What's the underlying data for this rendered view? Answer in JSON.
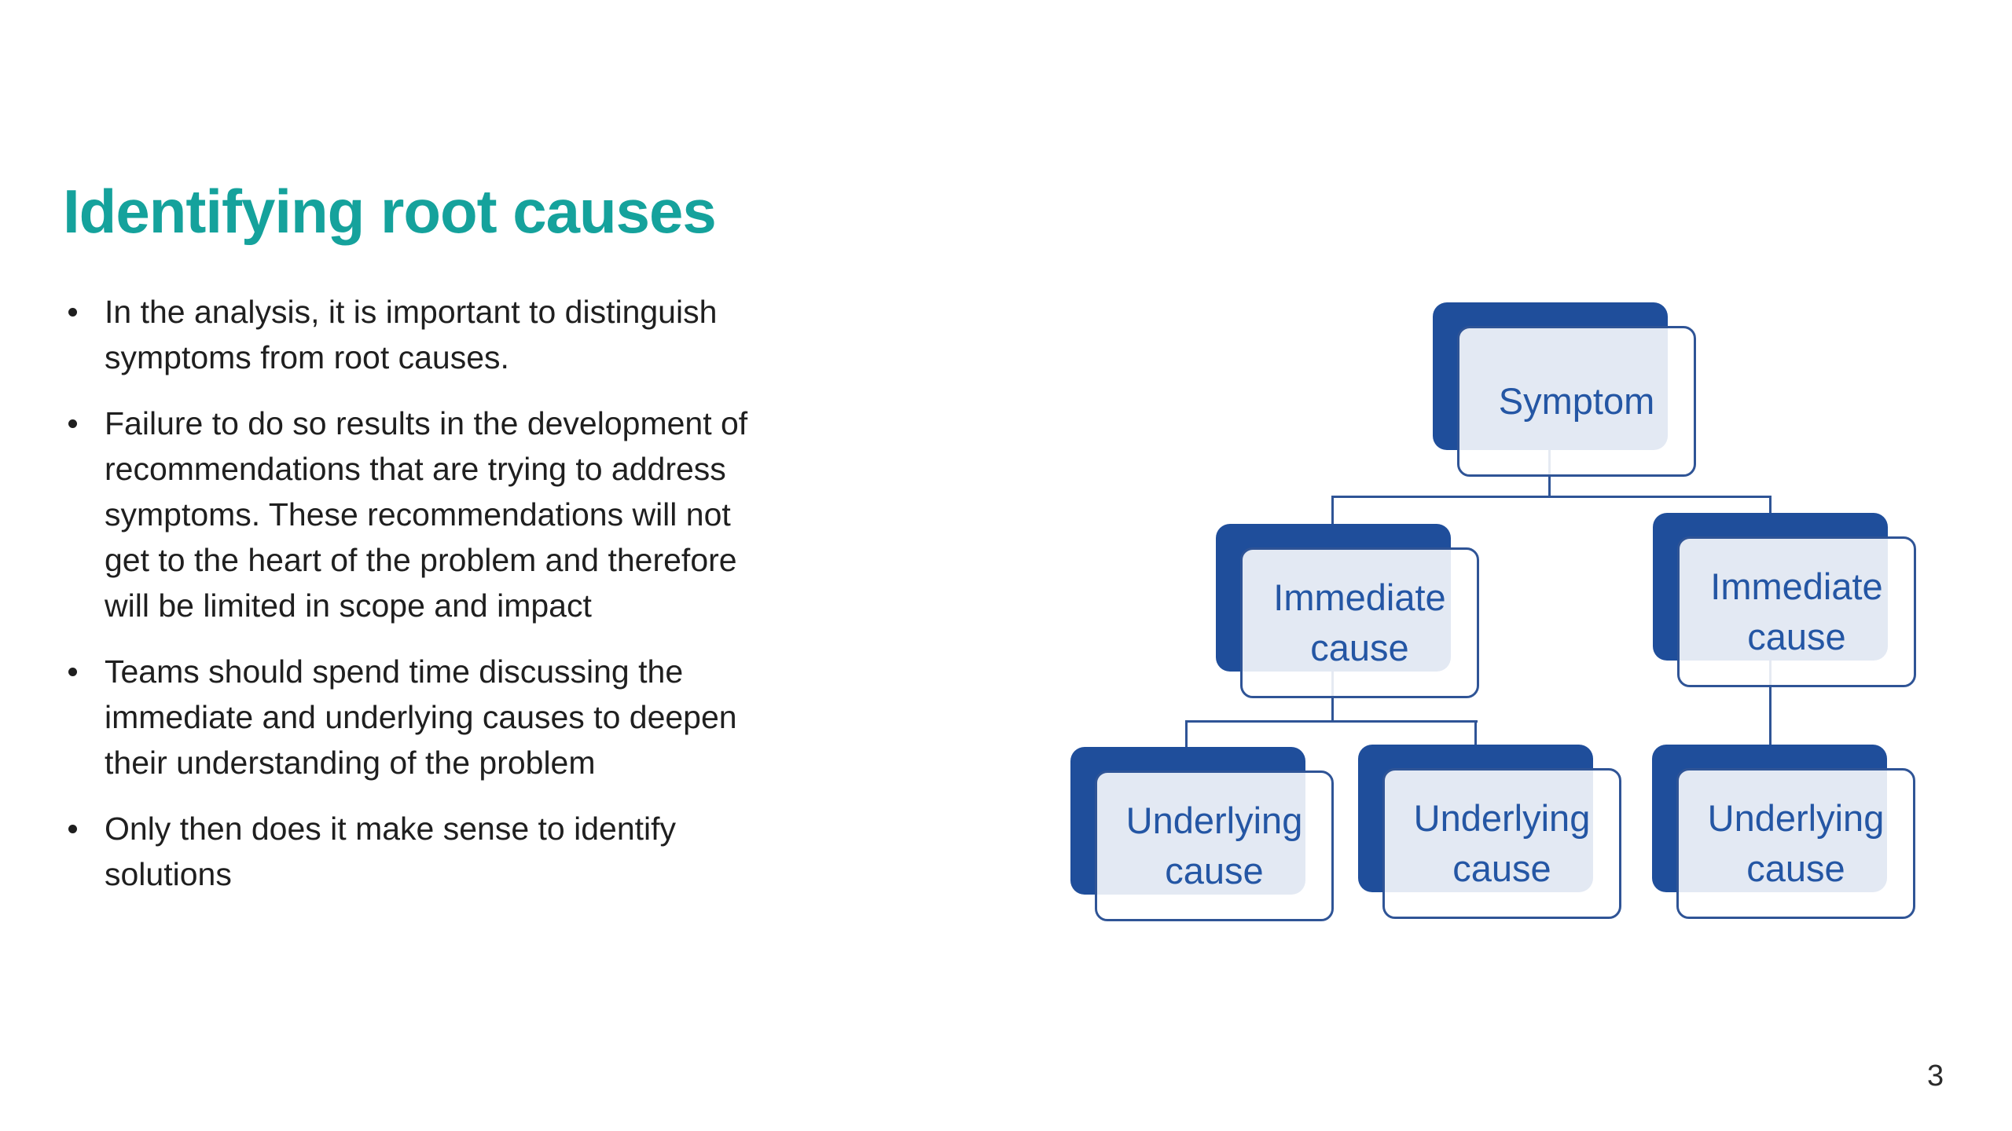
{
  "slide": {
    "title": "Identifying root causes",
    "page_number": "3",
    "background": "#FFFFFF"
  },
  "colors": {
    "title_teal": "#15A29C",
    "body_text": "#1F1F1F",
    "node_back_blue": "#1F4E9B",
    "node_border_blue": "#2F5496",
    "node_overlap_fill": "#E4E9F3",
    "node_text_blue": "#2456A4",
    "connector_blue": "#2F5496",
    "page_number_gray": "#2B2B2B"
  },
  "bullets": [
    "In the analysis, it is important to distinguish\nsymptoms from root causes.",
    "Failure to do so results in the development of\nrecommendations that are trying to address\nsymptoms. These recommendations will not\nget to the heart of the problem and therefore\nwill be limited in scope and impact",
    "Teams should spend time discussing the\nimmediate and underlying causes to deepen\ntheir understanding of the problem",
    "Only then does it make sense to identify\nsolutions"
  ],
  "diagram": {
    "type": "tree",
    "nodes": {
      "symptom": {
        "label": "Symptom",
        "level": 1
      },
      "immediate_1": {
        "label": "Immediate\ncause",
        "level": 2
      },
      "immediate_2": {
        "label": "Immediate\ncause",
        "level": 2
      },
      "underlying_1": {
        "label": "Underlying\ncause",
        "level": 3
      },
      "underlying_2": {
        "label": "Underlying\ncause",
        "level": 3
      },
      "underlying_3": {
        "label": "Underlying\ncause",
        "level": 3
      }
    },
    "edges": [
      "symptom->immediate_1",
      "symptom->immediate_2",
      "immediate_1->underlying_1",
      "immediate_1->underlying_2",
      "immediate_2->underlying_3"
    ]
  }
}
